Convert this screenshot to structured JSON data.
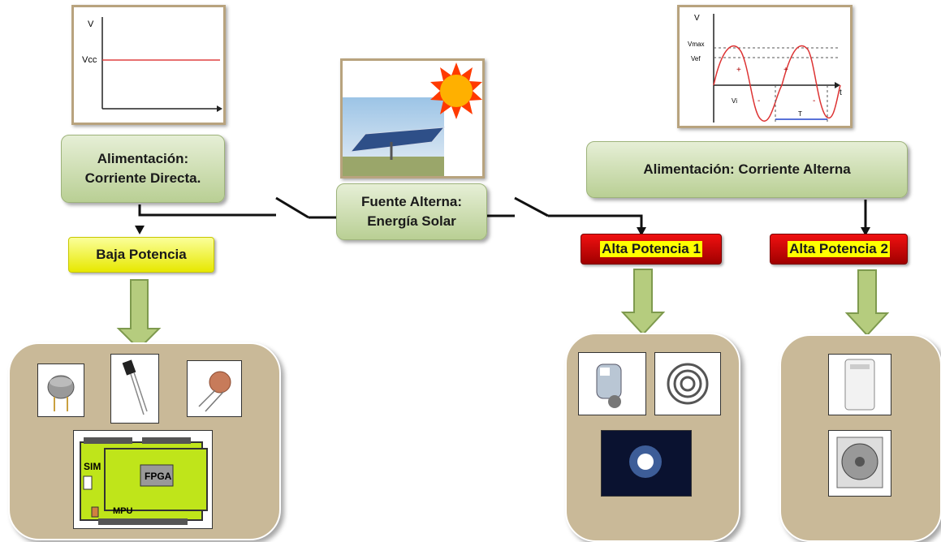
{
  "nodes": {
    "dc_supply": "Alimentación:\nCorriente Directa.",
    "solar_source": "Fuente Alterna:\nEnergía Solar",
    "ac_supply": "Alimentación: Corriente Alterna",
    "low_power": "Baja Potencia",
    "high_power_1": "Alta Potencia 1",
    "high_power_2": "Alta Potencia 2"
  },
  "dc_graph": {
    "y_axis": "V",
    "level": "Vcc"
  },
  "ac_graph": {
    "y_axis": "V",
    "x_axis": "t",
    "vmax": "Vmax",
    "vef": "Vef",
    "vi": "Vi",
    "period": "T",
    "plus": "+",
    "minus": "-"
  },
  "board": {
    "sim": "SIM",
    "fpga": "FPGA",
    "mpu": "MPU"
  },
  "colors": {
    "green_box": "#b9cf94",
    "yellow_box": "#e7e800",
    "red_box": "#c00000",
    "panel": "#c9b998",
    "arrow_fill": "#b5cc7e"
  }
}
